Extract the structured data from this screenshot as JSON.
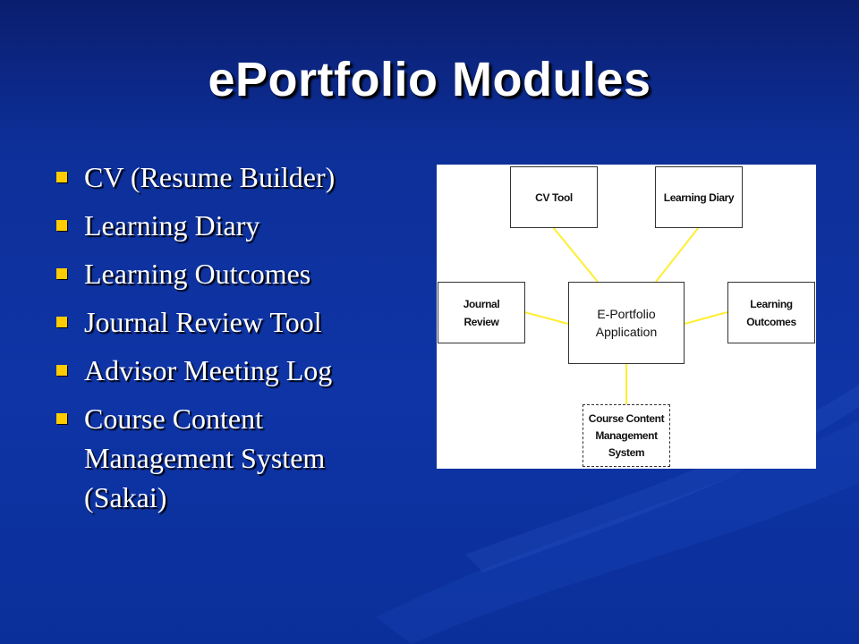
{
  "slide": {
    "title": "ePortfolio Modules",
    "bullets": [
      "CV (Resume Builder)",
      "Learning Diary",
      "Learning Outcomes",
      "Journal Review Tool",
      "Advisor Meeting Log",
      "Course Content Management System (Sakai)"
    ]
  },
  "diagram": {
    "center": "E-Portfolio\nApplication",
    "nodes": {
      "cv_tool": "CV Tool",
      "learning_diary": "Learning Diary",
      "journal_review": "Journal\nReview",
      "learning_outcomes": "Learning\nOutcomes",
      "course_content": "Course Content\nManagement\nSystem"
    },
    "connector_color": "#ffee33"
  },
  "colors": {
    "background": "#0e34a6",
    "bullet": "#ffcc00",
    "text": "#ffffff"
  }
}
